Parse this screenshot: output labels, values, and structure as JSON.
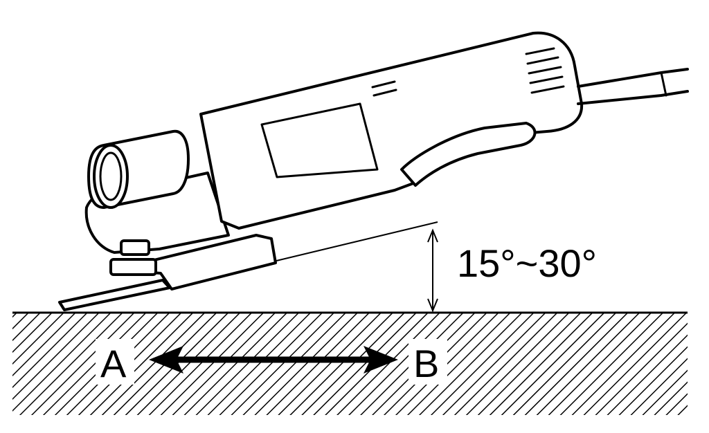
{
  "figure": {
    "angle_label": "15°~30°",
    "direction_a": "A",
    "direction_b": "B"
  },
  "colors": {
    "ink": "#000000",
    "paper": "#ffffff"
  },
  "icons": {
    "tool": "angle-grinder-illustration",
    "motion": "double-headed-arrow",
    "angle": "angle-dimension-arrow"
  }
}
